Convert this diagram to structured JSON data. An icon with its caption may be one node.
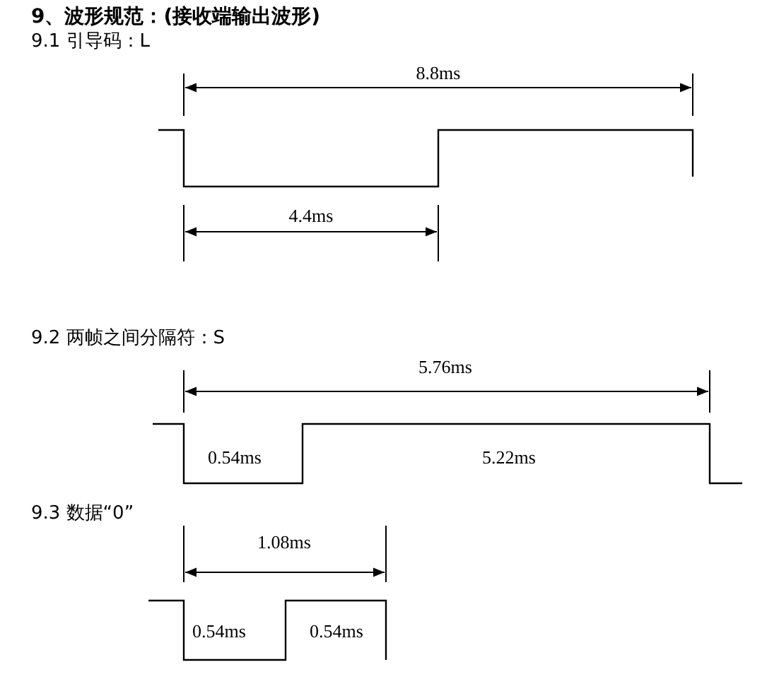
{
  "diagram": {
    "title": "9、波形规范：(接收端输出波形)",
    "labels": [
      "9.1 引导码：L",
      "8.8ms",
      "4.4ms",
      "9.2 两帧之间分隔符：S",
      "5.76ms",
      "0.54ms",
      "5.22ms",
      "9.3 数据“0”",
      "1.08ms",
      "0.54ms",
      "0.54ms"
    ]
  }
}
